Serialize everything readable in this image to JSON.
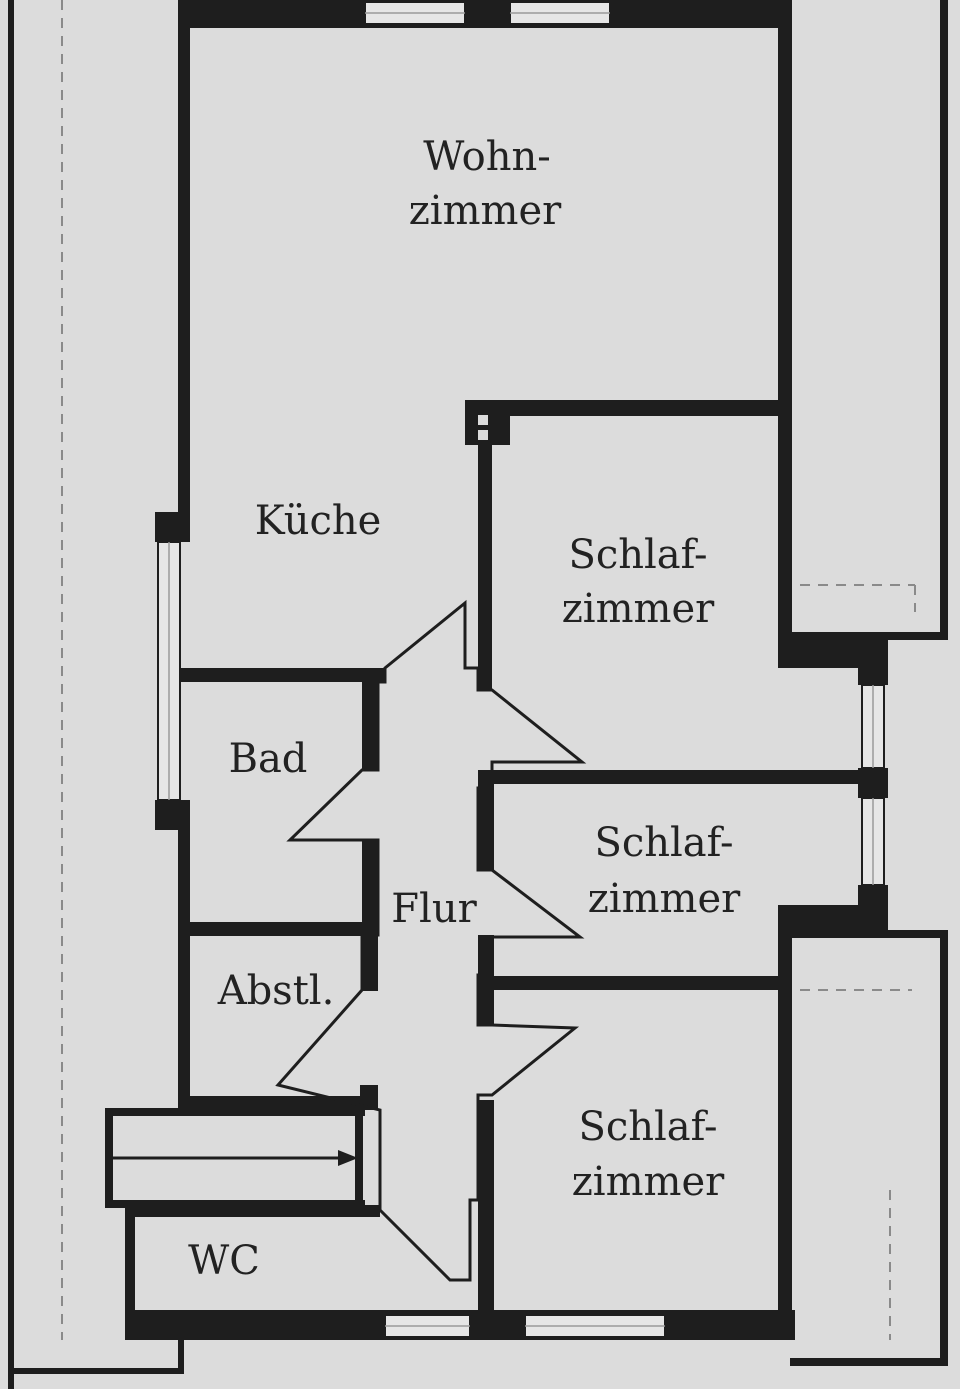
{
  "rooms": {
    "wohnzimmer": {
      "line1": "Wohn-",
      "line2": "zimmer"
    },
    "kueche": {
      "label": "Küche"
    },
    "schlafzimmer_1": {
      "line1": "Schlaf-",
      "line2": "zimmer"
    },
    "bad": {
      "label": "Bad"
    },
    "schlafzimmer_2": {
      "line1": "Schlaf-",
      "line2": "zimmer"
    },
    "flur": {
      "label": "Flur"
    },
    "abstellraum": {
      "label": "Abstl."
    },
    "schlafzimmer_3": {
      "line1": "Schlaf-",
      "line2": "zimmer"
    },
    "wc": {
      "label": "WC"
    }
  },
  "colors": {
    "background": "#dcdcdc",
    "wall": "#1e1e1e",
    "text": "#222222",
    "window": "#e6e6e6"
  }
}
